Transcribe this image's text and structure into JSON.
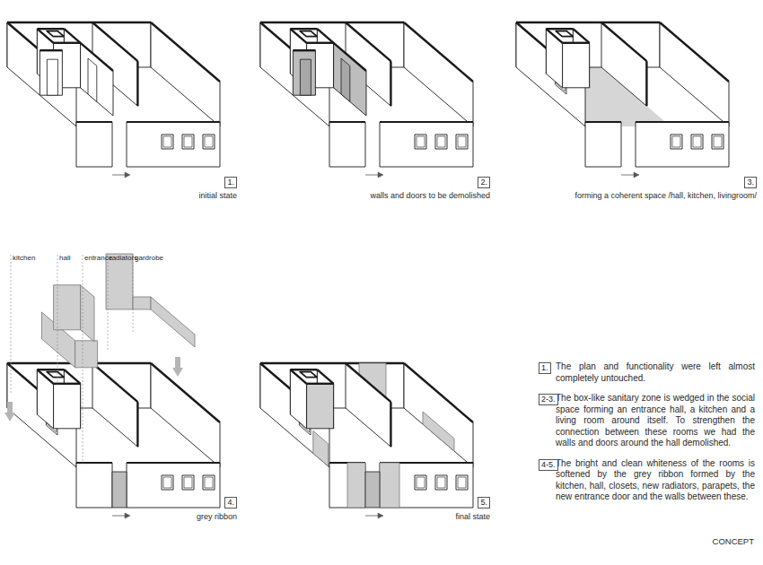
{
  "diagram": {
    "nodes": [
      {
        "text": [
          "1."
        ]
      },
      {
        "text": [
          "2."
        ]
      },
      {
        "text": [
          "3."
        ]
      },
      {
        "text": [
          "4."
        ]
      },
      {
        "text": [
          "5."
        ]
      },
      {
        "text": [
          "1."
        ]
      },
      {
        "text": [
          "2-3."
        ]
      },
      {
        "text": [
          "4-5."
        ]
      }
    ],
    "labels": [
      "initial state",
      "walls and doors to be demolished",
      "forming a coherent space /hall, kitchen, livingroom/",
      "kitchen",
      "hall",
      "entrance",
      "radiators",
      "gardrobe",
      "grey ribbon",
      "final state",
      "The plan and functionality were left almost completely untouched.",
      "The box-like sanitary zone is wedged in the social space forming an entrance hall, a kitchen and a living room around itself. To strengthen the connection between these rooms we had the walls and doors around the hall demolished.",
      "The bright and clean whiteness of the rooms is softened by the grey ribbon formed by the kitchen, hall, closets, new radiators, parapets, the new entrance door and the walls between these.",
      "CONCEPT"
    ]
  }
}
